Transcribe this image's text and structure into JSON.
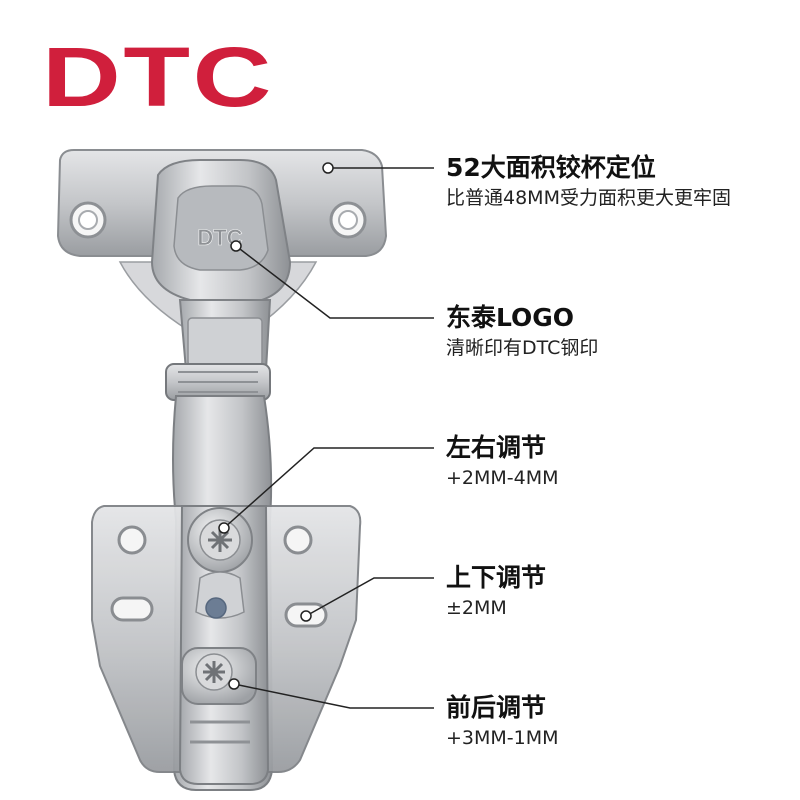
{
  "brand": {
    "logo_text": "DTC",
    "logo_color": "#d01f3c",
    "stamp_text": "DTC"
  },
  "annotations": [
    {
      "title": "52大面积铰杯定位",
      "desc": "比普通48MM受力面积更大更牢固"
    },
    {
      "title": "东泰LOGO",
      "desc": "清晰印有DTC钢印"
    },
    {
      "title": "左右调节",
      "desc": "+2MM-4MM"
    },
    {
      "title": "上下调节",
      "desc": "±2MM"
    },
    {
      "title": "前后调节",
      "desc": "+3MM-1MM"
    }
  ],
  "colors": {
    "metal": "#c9cbce",
    "metal_dark": "#8d9094",
    "line": "#222222"
  }
}
